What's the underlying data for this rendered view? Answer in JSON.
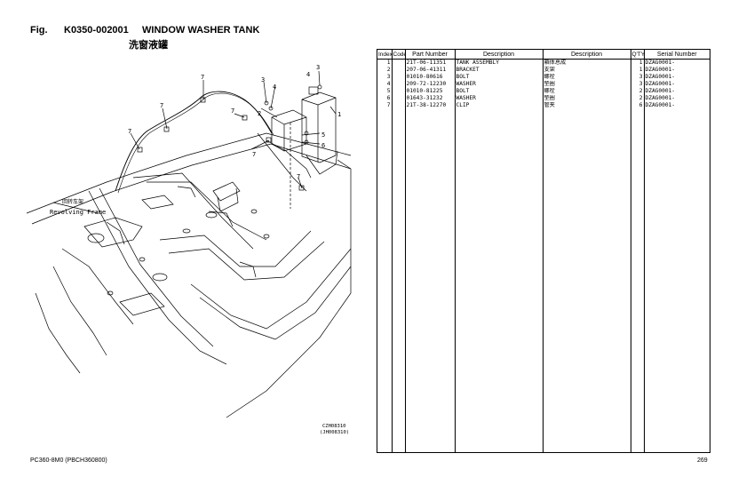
{
  "header": {
    "fig_label": "Fig.",
    "fig_code": "K0350-002001",
    "title": "WINDOW WASHER TANK",
    "subtitle": "洗窗液罐"
  },
  "diagram": {
    "frame_label_cn": "回转车架",
    "frame_label_en": "Revolving Frame",
    "drawing_id_1": "CZH08310",
    "drawing_id_2": "(JH008310)",
    "callouts": [
      "1",
      "2",
      "3",
      "4",
      "5",
      "6",
      "7",
      "7",
      "7",
      "7",
      "7",
      "7"
    ]
  },
  "table": {
    "headers": {
      "index": "Index",
      "code": "Code",
      "part_number": "Part Number",
      "description_en": "Description",
      "description_cn": "Description",
      "qty": "Q'TY",
      "serial": "Serial Number"
    },
    "rows": [
      {
        "index": "1",
        "code": "",
        "part": "21T-06-11351",
        "desc_en": "TANK ASSEMBLY",
        "desc_cn": "箱体总成",
        "qty": "1",
        "serial": "DZAG0001-"
      },
      {
        "index": "2",
        "code": "",
        "part": "207-06-41311",
        "desc_en": "BRACKET",
        "desc_cn": "支架",
        "qty": "1",
        "serial": "DZAG0001-"
      },
      {
        "index": "3",
        "code": "",
        "part": "01010-80616",
        "desc_en": "BOLT",
        "desc_cn": "螺栓",
        "qty": "3",
        "serial": "DZAG0001-"
      },
      {
        "index": "4",
        "code": "",
        "part": "209-72-12230",
        "desc_en": "WASHER",
        "desc_cn": "垫圈",
        "qty": "3",
        "serial": "DZAG0001-"
      },
      {
        "index": "5",
        "code": "",
        "part": "01010-81225",
        "desc_en": "BOLT",
        "desc_cn": "螺栓",
        "qty": "2",
        "serial": "DZAG0001-"
      },
      {
        "index": "6",
        "code": "",
        "part": "01643-31232",
        "desc_en": "WASHER",
        "desc_cn": "垫圈",
        "qty": "2",
        "serial": "DZAG0001-"
      },
      {
        "index": "7",
        "code": "",
        "part": "21T-38-12270",
        "desc_en": "CLIP",
        "desc_cn": "管夹",
        "qty": "6",
        "serial": "DZAG0001-"
      }
    ]
  },
  "footer": {
    "model": "PC360-8M0 (PBCH360800)",
    "page": "269"
  }
}
